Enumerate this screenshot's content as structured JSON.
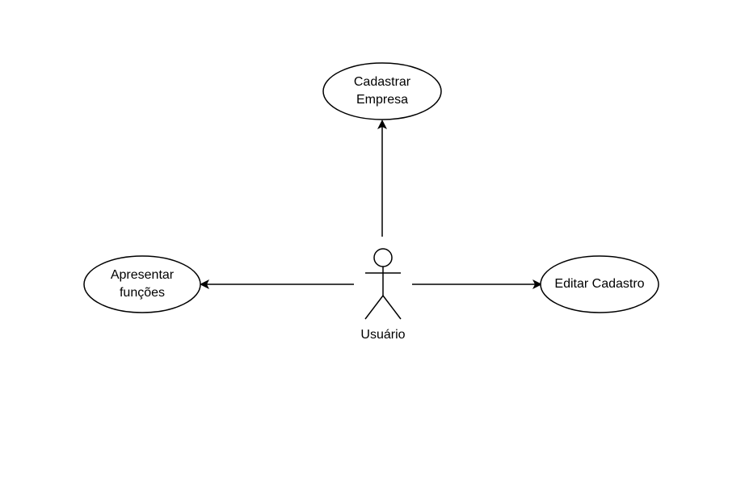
{
  "diagram": {
    "type": "use-case",
    "actor": {
      "name": "Usuário"
    },
    "use_cases": [
      {
        "id": "cadastrar",
        "label": "Cadastrar\nEmpresa"
      },
      {
        "id": "apresentar",
        "label": "Apresentar\nfunções"
      },
      {
        "id": "editar",
        "label": "Editar Cadastro"
      }
    ],
    "edges": [
      {
        "from": "actor",
        "to": "cadastrar",
        "arrow": "to"
      },
      {
        "from": "actor",
        "to": "apresentar",
        "arrow": "to"
      },
      {
        "from": "actor",
        "to": "editar",
        "arrow": "to"
      }
    ],
    "colors": {
      "stroke": "#000000",
      "fill": "#ffffff",
      "background": "#ffffff"
    }
  }
}
